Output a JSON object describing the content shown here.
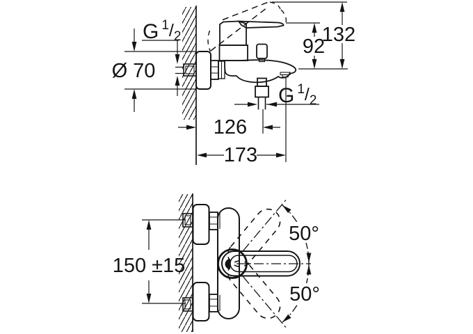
{
  "drawing": {
    "background": "#ffffff",
    "line_color": "#141414",
    "side_view": {
      "thread_top": {
        "prefix": "G",
        "numerator": "1",
        "slash": "/",
        "denominator": "2"
      },
      "flange_diameter": "Ø 70",
      "spout_to_lever_height": "92",
      "total_height": "132",
      "thread_bottom": {
        "prefix": "G",
        "numerator": "1",
        "slash": "/",
        "denominator": "2"
      },
      "wall_to_shower_outlet": "126",
      "wall_to_spout_outlet": "173"
    },
    "front_view": {
      "inlet_spacing": "150 ±15",
      "lever_swing_up": "50°",
      "lever_swing_down": "50°"
    }
  }
}
